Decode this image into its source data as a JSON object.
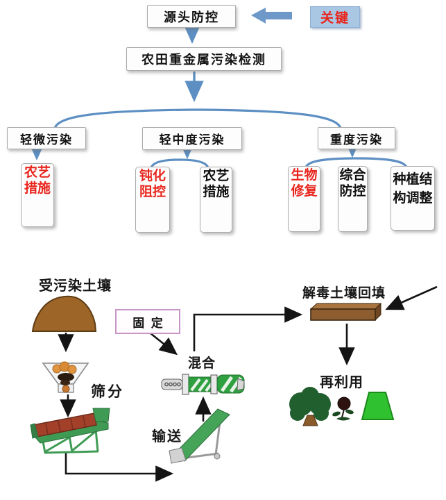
{
  "flowchart": {
    "key_label": "关键",
    "source_box": "源头防控",
    "detect_box": "农田重金属污染检测",
    "levels": [
      {
        "label": "轻微污染"
      },
      {
        "label": "轻中度污染"
      },
      {
        "label": "重度污染"
      }
    ],
    "measures": [
      {
        "text": "农艺措施",
        "emphasis": "red"
      },
      {
        "text": "钝化阻控",
        "emphasis": "red"
      },
      {
        "text": "农艺措施",
        "emphasis": "black"
      },
      {
        "text": "生物修复",
        "emphasis": "red"
      },
      {
        "text": "综合防控",
        "emphasis": "black"
      },
      {
        "text": "种植结构调整",
        "emphasis": "black"
      }
    ]
  },
  "process": {
    "contaminated_soil": "受污染土壤",
    "fixation": "固  定",
    "screening": "筛分",
    "mixing": "混合",
    "conveying": "输送",
    "backfill": "解毒土壤回填",
    "reuse": "再利用"
  },
  "colors": {
    "flow_blue": "#5d8fc3",
    "key_box_fill": "#a9c6e3",
    "emphasis_red": "#e8261d",
    "fixation_border": "#c795c7",
    "soil_brown": "#9d6527",
    "drum_red": "#a2402a",
    "machine_green": "#3f9b54",
    "field_green": "#2fc12f"
  }
}
